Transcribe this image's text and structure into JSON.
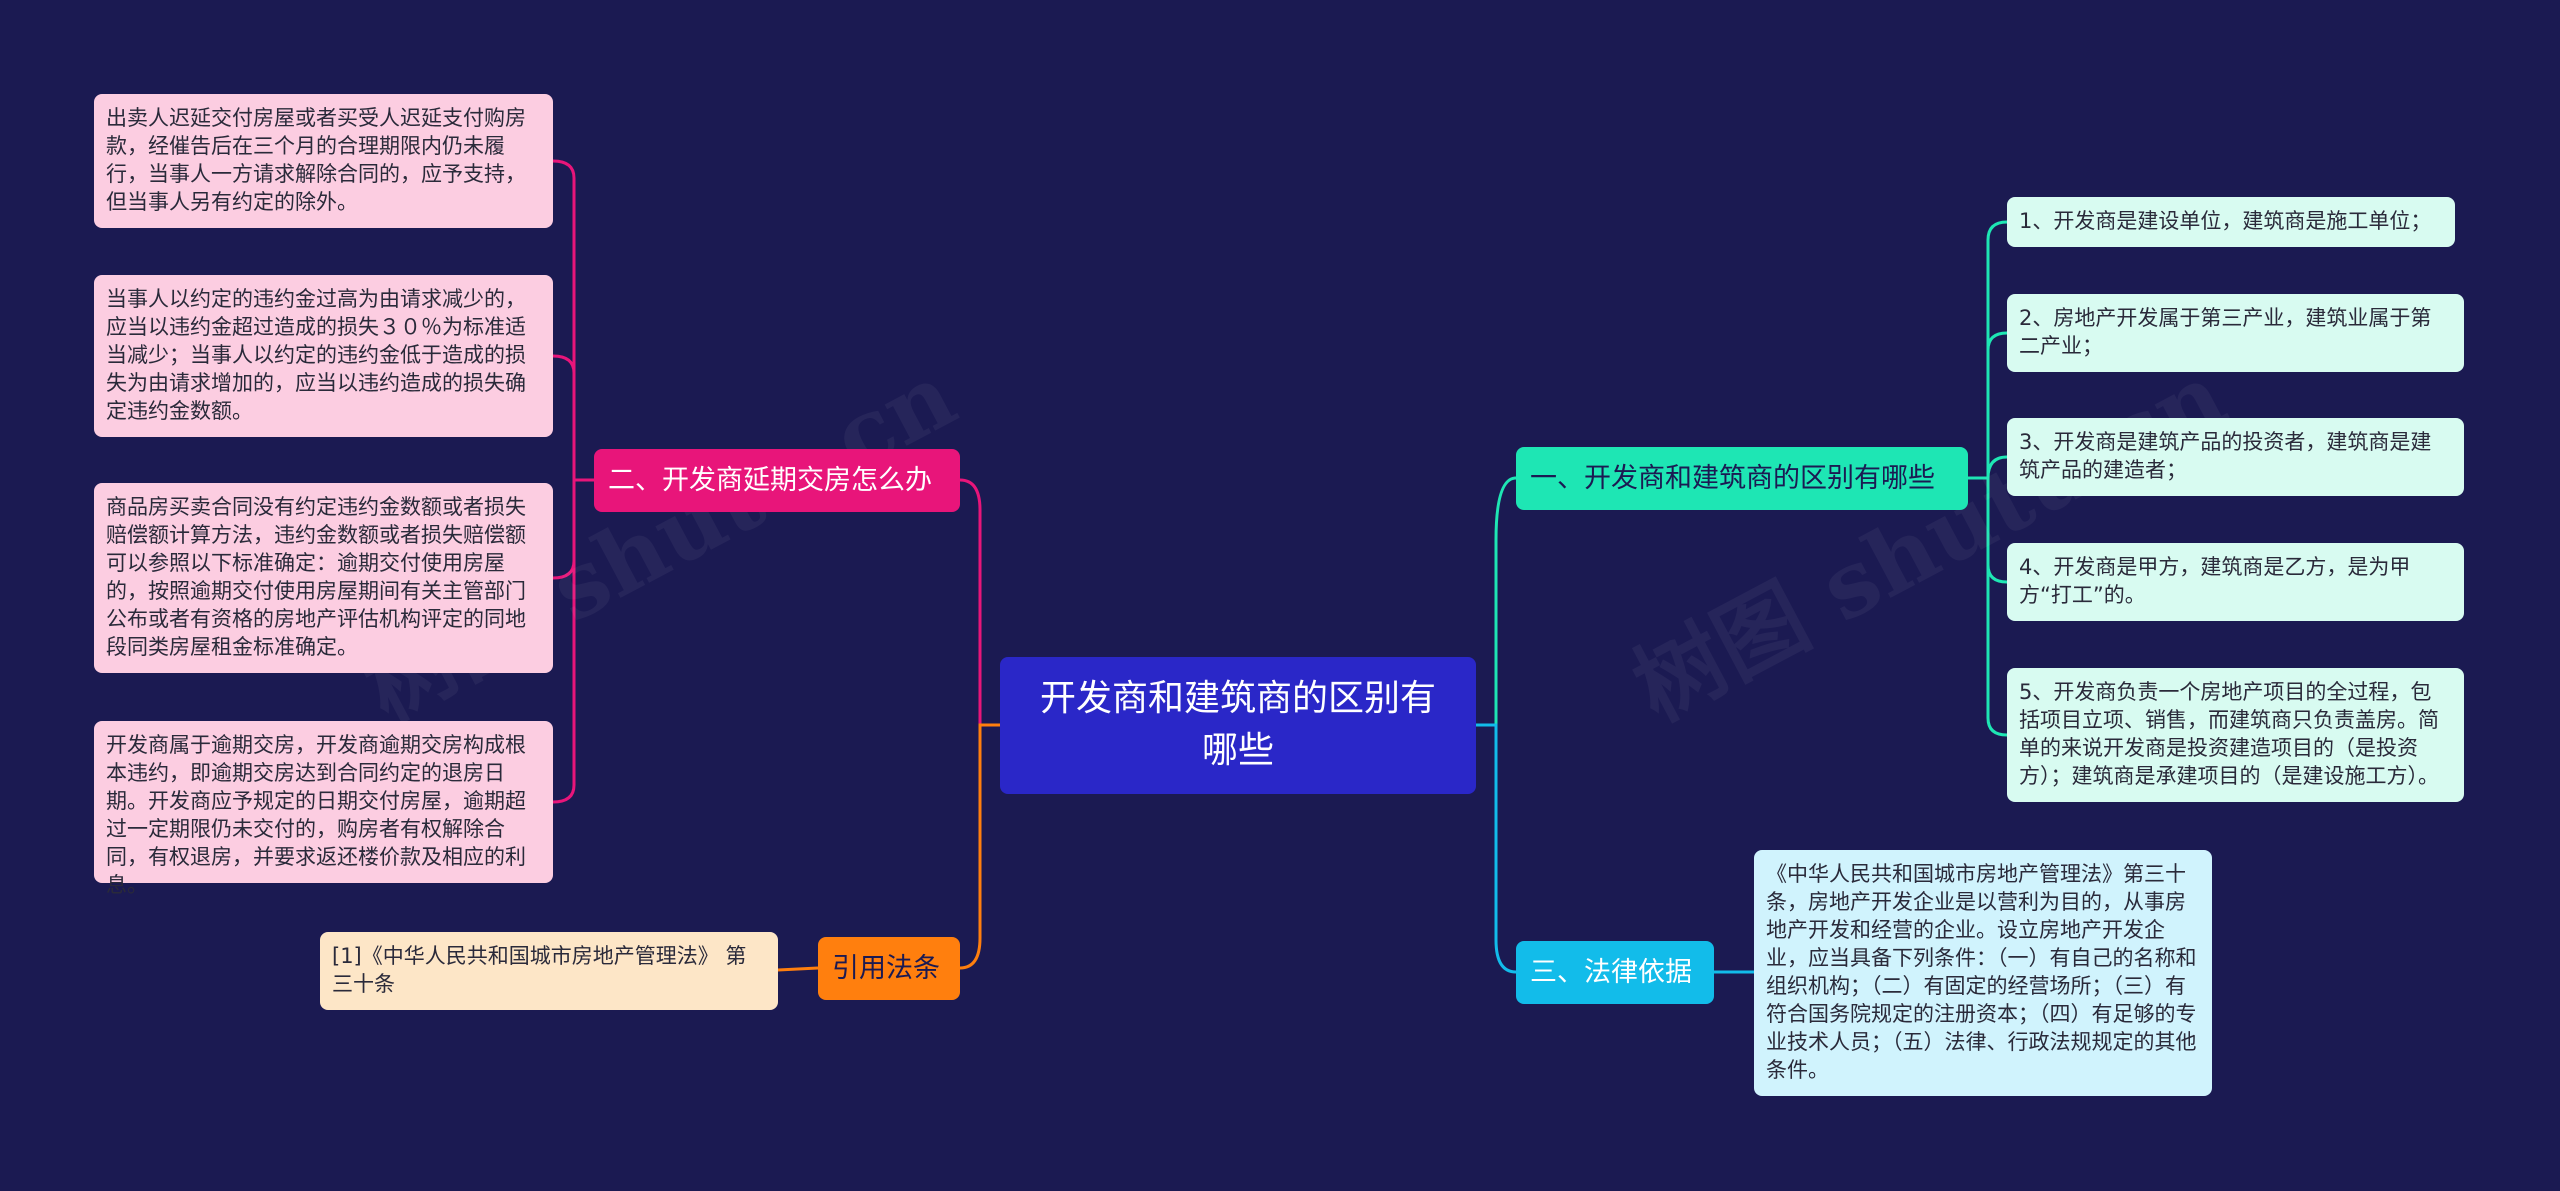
{
  "center": {
    "title": "开发商和建筑商的区别有哪些"
  },
  "branches": {
    "diff": {
      "label": "一、开发商和建筑商的区别有哪些",
      "items": [
        "1、开发商是建设单位，建筑商是施工单位；",
        "2、房地产开发属于第三产业，建筑业属于第二产业；",
        "3、开发商是建筑产品的投资者，建筑商是建筑产品的建造者；",
        "4、开发商是甲方，建筑商是乙方，是为甲方“打工”的。",
        "5、开发商负责一个房地产项目的全过程，包括项目立项、销售，而建筑商只负责盖房。简单的来说开发商是投资建造项目的（是投资方）；建筑商是承建项目的（是建设施工方）。"
      ]
    },
    "delay": {
      "label": "二、开发商延期交房怎么办",
      "items": [
        "出卖人迟延交付房屋或者买受人迟延支付购房款，经催告后在三个月的合理期限内仍未履行，当事人一方请求解除合同的，应予支持，但当事人另有约定的除外。",
        "当事人以约定的违约金过高为由请求减少的，应当以违约金超过造成的损失３０％为标准适当减少；当事人以约定的违约金低于造成的损失为由请求增加的，应当以违约造成的损失确定违约金数额。",
        "商品房买卖合同没有约定违约金数额或者损失赔偿额计算方法，违约金数额或者损失赔偿额可以参照以下标准确定：逾期交付使用房屋的，按照逾期交付使用房屋期间有关主管部门公布或者有资格的房地产评估机构评定的同地段同类房屋租金标准确定。",
        "开发商属于逾期交房，开发商逾期交房构成根本违约，即逾期交房达到合同约定的退房日期。开发商应予规定的日期交付房屋，逾期超过一定期限仍未交付的，购房者有权解除合同，有权退房，并要求返还楼价款及相应的利息。"
      ]
    },
    "law": {
      "label": "三、法律依据",
      "items": [
        "《中华人民共和国城市房地产管理法》第三十条，房地产开发企业是以营利为目的，从事房地产开发和经营的企业。设立房地产开发企业，应当具备下列条件：（一）有自己的名称和组织机构；（二）有固定的经营场所；（三）有符合国务院规定的注册资本；（四）有足够的专业技术人员；（五）法律、行政法规规定的其他条件。"
      ]
    },
    "cite": {
      "label": "引用法条",
      "items": [
        "[1]《中华人民共和国城市房地产管理法》 第三十条"
      ]
    }
  },
  "watermark": "树图 shutu.cn",
  "colors": {
    "background": "#1b1a52",
    "center": "#2a27c8",
    "diff": "#1ee6b4",
    "delay": "#e8157a",
    "law": "#12bcea",
    "cite": "#ff7f0e"
  }
}
